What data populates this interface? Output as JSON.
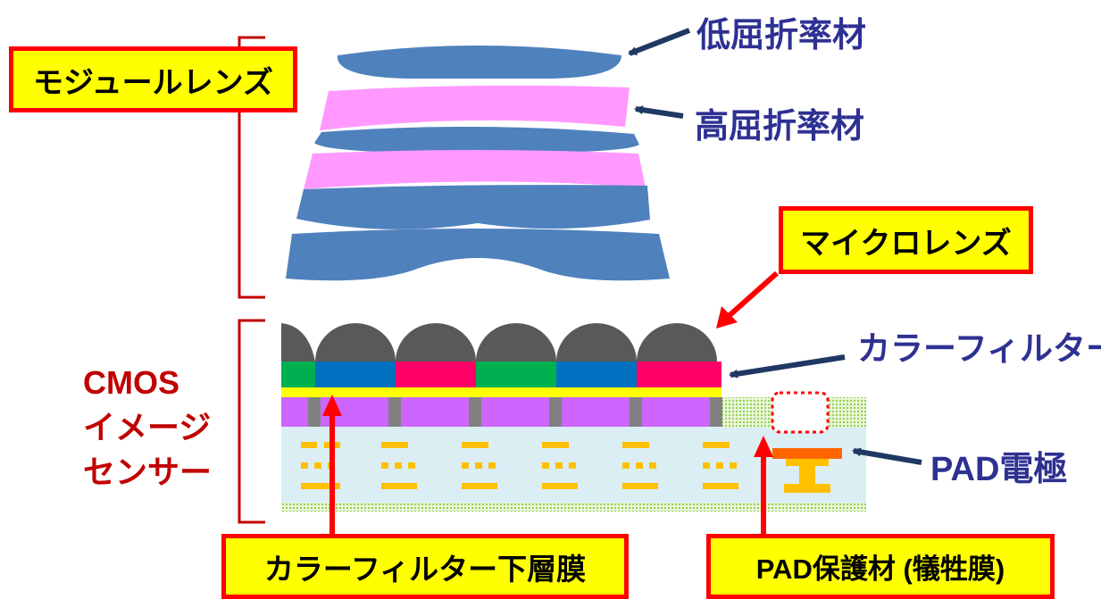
{
  "labels": {
    "module_lens": "モジュールレンズ",
    "low_index": "低屈折率材",
    "high_index": "高屈折率材",
    "micro_lens": "マイクロレンズ",
    "color_filter": "カラーフィルター",
    "cmos_line1": "CMOS",
    "cmos_line2": "イメージ",
    "cmos_line3": "センサー",
    "pad_electrode": "PAD電極",
    "cf_underlayer": "カラーフィルター下層膜",
    "pad_protect": "PAD保護材 (犠牲膜)"
  },
  "colors": {
    "low_index_material": "#4f81bd",
    "high_index_material": "#ff99ff",
    "microlens": "#595959",
    "filter_green": "#00b050",
    "filter_blue": "#0070c0",
    "filter_red": "#ff0066",
    "underlayer": "#ffff00",
    "photodiode": "#cc66ff",
    "substrate": "#dbeef4",
    "wiring": "#ffc000",
    "pad": "#ff6600",
    "callout_fill": "#ffff00",
    "callout_border": "#ff0000",
    "label_blue": "#2e3192",
    "label_red": "#c00000"
  }
}
